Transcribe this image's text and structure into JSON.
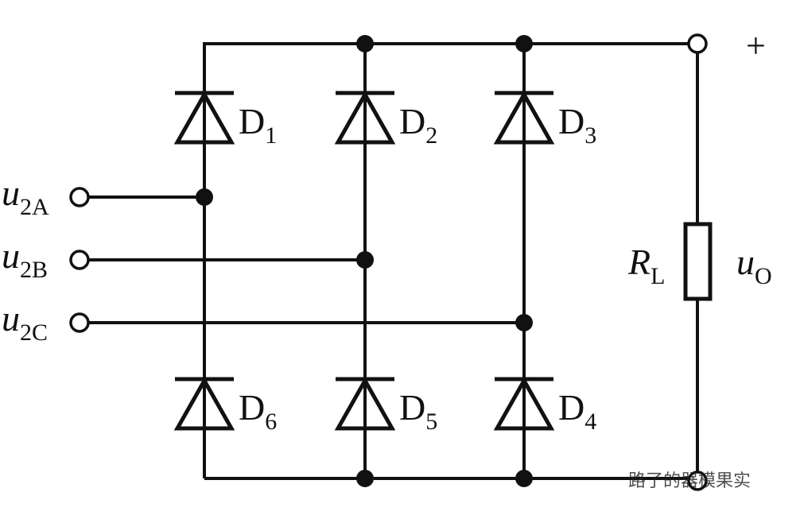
{
  "diodes": [
    {
      "name": "D",
      "sub": "1"
    },
    {
      "name": "D",
      "sub": "2"
    },
    {
      "name": "D",
      "sub": "3"
    },
    {
      "name": "D",
      "sub": "6"
    },
    {
      "name": "D",
      "sub": "5"
    },
    {
      "name": "D",
      "sub": "4"
    }
  ],
  "inputs": [
    {
      "name": "u",
      "sub": "2A"
    },
    {
      "name": "u",
      "sub": "2B"
    },
    {
      "name": "u",
      "sub": "2C"
    }
  ],
  "load": {
    "name": "R",
    "sub": "L"
  },
  "output": {
    "name": "u",
    "sub": "O",
    "polarity": "+"
  },
  "watermark": "路了的器模果实"
}
